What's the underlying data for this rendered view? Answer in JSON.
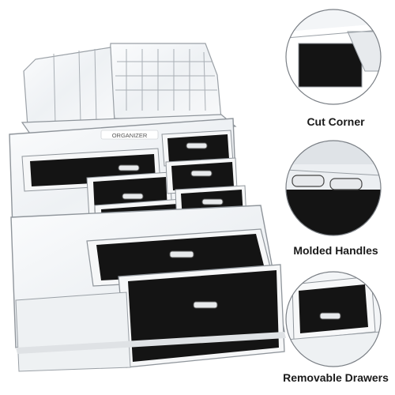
{
  "product": {
    "brand_logo_text": "ORGANIZER"
  },
  "features": [
    {
      "label": "Cut Corner"
    },
    {
      "label": "Molded Handles"
    },
    {
      "label": "Removable Drawers"
    }
  ],
  "colors": {
    "background": "#ffffff",
    "acrylic_edge": "#9aa0a6",
    "acrylic_fill": "#f4f6f8",
    "drawer_liner": "#141414",
    "label_text": "#1a1a1a"
  }
}
